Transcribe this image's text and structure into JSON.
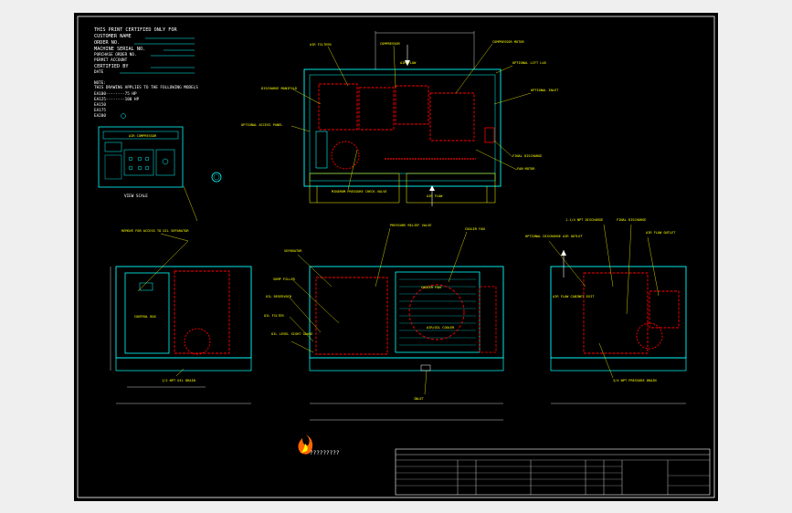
{
  "notes_header": [
    "THIS PRINT CERTIFIED ONLY FOR",
    "CUSTOMER NAME",
    "ORDER NO.",
    "MACHINE SERIAL NO.",
    "PURCHASE ORDER NO.",
    "PERMIT ACCOUNT",
    "CERTIFIED BY",
    "DATE"
  ],
  "notes_block": [
    "NOTE:",
    "THIS DRAWING APPLIES TO THE FOLLOWING MODELS",
    "EA100--------75 HP",
    "EA125--------100 HP",
    "EA150",
    "EA175",
    "EA200"
  ],
  "panel_caption": "VIEW SCALE",
  "panel_title": "AIR COMPRESSOR",
  "callouts": {
    "top": [
      "AIR FILTERS",
      "COMPRESSOR",
      "COMPRESSOR MOTOR",
      "OPTIONAL LIFT LUG",
      "OPTIONAL INLET",
      "AIR FLOW",
      "DISCHARGE MANIFOLD",
      "OPTIONAL ACCESS PANEL",
      "FINAL DISCHARGE",
      "FAN MOTOR",
      "MINIMUM PRESSURE CHECK VALVE",
      "AIR FLOW"
    ],
    "left": [
      "REMOVE FOR ACCESS TO OIL SEPARATOR",
      "CONTROL BOX",
      "1/2 NPT OIL DRAIN"
    ],
    "mid": [
      "SEPARATOR",
      "SUMP FILLER",
      "OIL RESERVOIR",
      "OIL FILTER",
      "OIL LEVEL SIGHT GAUGE",
      "PRESSURE RELIEF VALVE",
      "COOLER FAN",
      "AIR/OIL COOLER",
      "AIR FLOW",
      "INLET"
    ],
    "right": [
      "OPTIONAL DISCHARGE AIR OUTLET",
      "AIR FLOW OUTLET",
      "AIR FLOW CABINET EXIT",
      "1-1/4 NPT DISCHARGE",
      "FINAL DISCHARGE",
      "3/4 NPT PRESSURE DRAIN"
    ]
  },
  "logo_text": "?????????",
  "colors": {
    "frame": "#00ffff",
    "component": "#ff0000",
    "callout": "#ffff00",
    "text": "#ffffff",
    "dim": "#00ff00"
  }
}
